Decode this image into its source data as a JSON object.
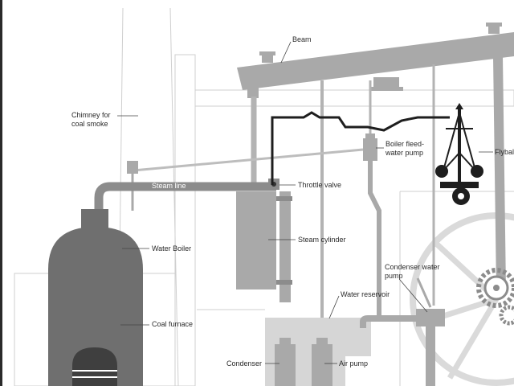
{
  "labels": {
    "beam": "Beam",
    "chimney": "Chimney for coal smoke",
    "boiler_feed_pump": "Boiler fleed-water pump",
    "flyball": "Flyball",
    "steam_line": "Steam line",
    "throttle_valve": "Throttle valve",
    "water_boiler": "Water Boiler",
    "steam_cylinder": "Steam cylinder",
    "condenser_pump": "Condenser water pump",
    "water_reservoir": "Water reservoir",
    "coal_furnace": "Coal furnace",
    "condenser": "Condenser",
    "air_pump": "Air pump"
  },
  "colors": {
    "outline": "#c8c8c8",
    "light_part": "#cfcfcf",
    "mid_part": "#a9a9a9",
    "dark_part": "#8c8c8c",
    "boiler": "#6f6f6f",
    "furnace_door": "#3f3f3f",
    "governor": "#1e1e1e"
  }
}
